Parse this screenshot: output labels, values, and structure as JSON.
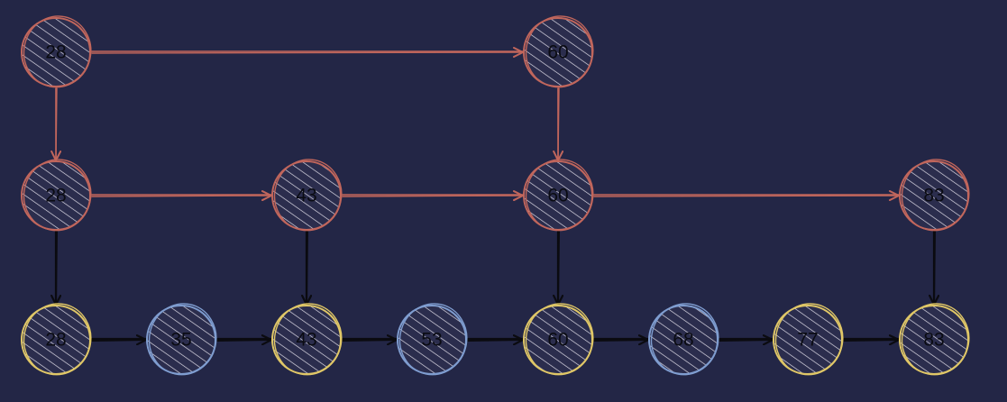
{
  "colors": {
    "background": "#232646",
    "index_stroke": "#c1665c",
    "index_arrow": "#c1665c",
    "promoted_stroke": "#e0c767",
    "plain_stroke": "#7f9dd0",
    "down_arrow": "#0b0b10",
    "hatch": "#e8e4ee",
    "node_fill": "#2b2d4d",
    "label": "#0a0b12"
  },
  "levels": [
    {
      "name": "level-2",
      "nodes": [
        {
          "id": "l2-28",
          "label": "28",
          "kind": "index"
        },
        {
          "id": "l2-60",
          "label": "60",
          "kind": "index"
        }
      ]
    },
    {
      "name": "level-1",
      "nodes": [
        {
          "id": "l1-28",
          "label": "28",
          "kind": "index"
        },
        {
          "id": "l1-43",
          "label": "43",
          "kind": "index"
        },
        {
          "id": "l1-60",
          "label": "60",
          "kind": "index"
        },
        {
          "id": "l1-83",
          "label": "83",
          "kind": "index"
        }
      ]
    },
    {
      "name": "level-0",
      "nodes": [
        {
          "id": "l0-28",
          "label": "28",
          "kind": "promoted"
        },
        {
          "id": "l0-35",
          "label": "35",
          "kind": "plain"
        },
        {
          "id": "l0-43",
          "label": "43",
          "kind": "promoted"
        },
        {
          "id": "l0-53",
          "label": "53",
          "kind": "plain"
        },
        {
          "id": "l0-60",
          "label": "60",
          "kind": "promoted"
        },
        {
          "id": "l0-68",
          "label": "68",
          "kind": "plain"
        },
        {
          "id": "l0-77",
          "label": "77",
          "kind": "promoted"
        },
        {
          "id": "l0-83",
          "label": "83",
          "kind": "promoted"
        }
      ]
    }
  ],
  "edges": [
    {
      "from": "l2-28",
      "to": "l2-60",
      "kind": "index"
    },
    {
      "from": "l2-28",
      "to": "l1-28",
      "kind": "index"
    },
    {
      "from": "l2-60",
      "to": "l1-60",
      "kind": "index"
    },
    {
      "from": "l1-28",
      "to": "l1-43",
      "kind": "index"
    },
    {
      "from": "l1-43",
      "to": "l1-60",
      "kind": "index"
    },
    {
      "from": "l1-60",
      "to": "l1-83",
      "kind": "index"
    },
    {
      "from": "l1-28",
      "to": "l0-28",
      "kind": "down"
    },
    {
      "from": "l1-43",
      "to": "l0-43",
      "kind": "down"
    },
    {
      "from": "l1-60",
      "to": "l0-60",
      "kind": "down"
    },
    {
      "from": "l1-83",
      "to": "l0-83",
      "kind": "down"
    },
    {
      "from": "l0-28",
      "to": "l0-35",
      "kind": "down"
    },
    {
      "from": "l0-35",
      "to": "l0-43",
      "kind": "down"
    },
    {
      "from": "l0-43",
      "to": "l0-53",
      "kind": "down"
    },
    {
      "from": "l0-53",
      "to": "l0-60",
      "kind": "down"
    },
    {
      "from": "l0-60",
      "to": "l0-68",
      "kind": "down"
    },
    {
      "from": "l0-68",
      "to": "l0-77",
      "kind": "down"
    },
    {
      "from": "l0-77",
      "to": "l0-83",
      "kind": "down"
    }
  ]
}
